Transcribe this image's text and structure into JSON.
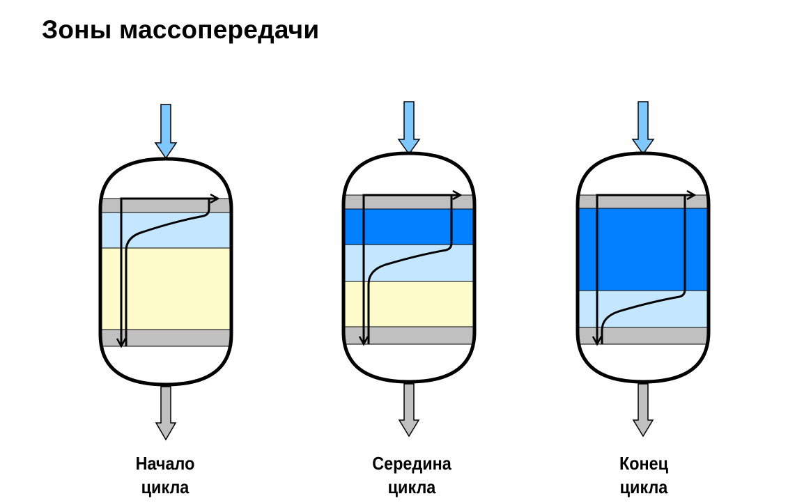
{
  "title": "Зоны массопередачи",
  "colors": {
    "inlet_arrow": "#7ec8ff",
    "outlet_arrow": "#c0c0c0",
    "support_layer": "#c0c0c0",
    "exhausted_zone": "#0080ff",
    "mass_transfer_zone": "#c4e6ff",
    "fresh_zone": "#fffccc",
    "outline": "#000000"
  },
  "vessels": [
    {
      "label_line1": "Начало",
      "label_line2": "цикла",
      "zones": [
        "support",
        "mass_transfer",
        "fresh",
        "support"
      ]
    },
    {
      "label_line1": "Середина",
      "label_line2": "цикла",
      "zones": [
        "support",
        "exhausted",
        "mass_transfer",
        "fresh",
        "support"
      ]
    },
    {
      "label_line1": "Конец",
      "label_line2": "цикла",
      "zones": [
        "support",
        "exhausted",
        "mass_transfer",
        "support"
      ]
    }
  ]
}
